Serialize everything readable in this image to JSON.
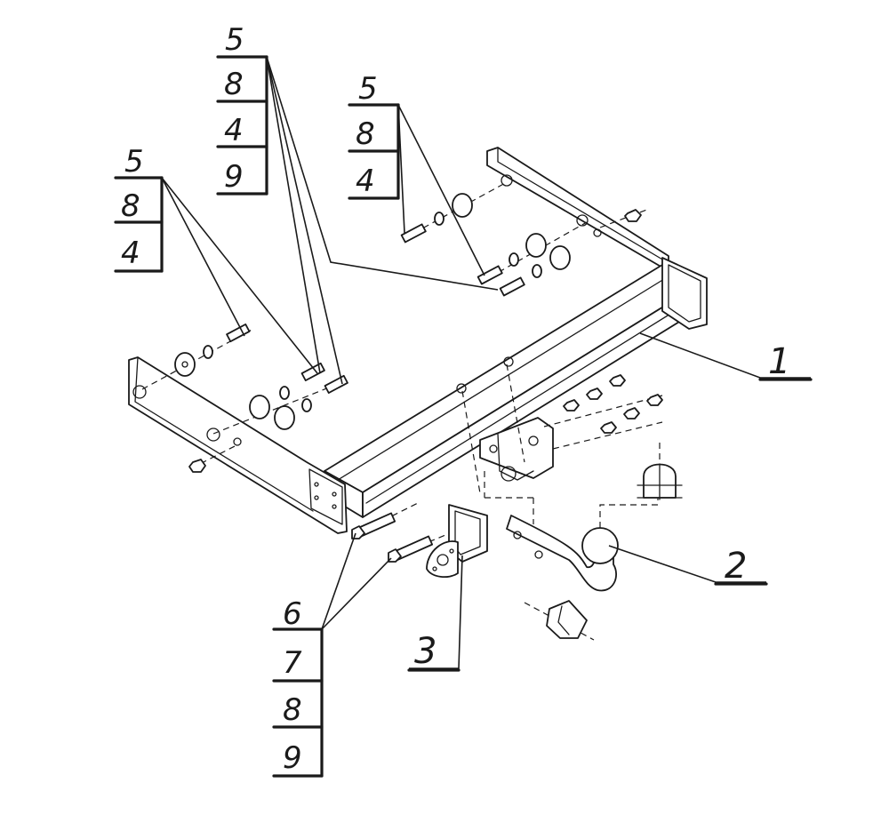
{
  "callouts": {
    "bolt_set_left": [
      "5",
      "8",
      "4"
    ],
    "bolt_set_middle": [
      "5",
      "8",
      "4",
      "9"
    ],
    "bolt_set_right": [
      "5",
      "8",
      "4"
    ],
    "bolt_set_bottom": [
      "6",
      "7",
      "8",
      "9"
    ],
    "part_crossbar": "1",
    "part_towball": "2",
    "part_socket_plate": "3"
  }
}
